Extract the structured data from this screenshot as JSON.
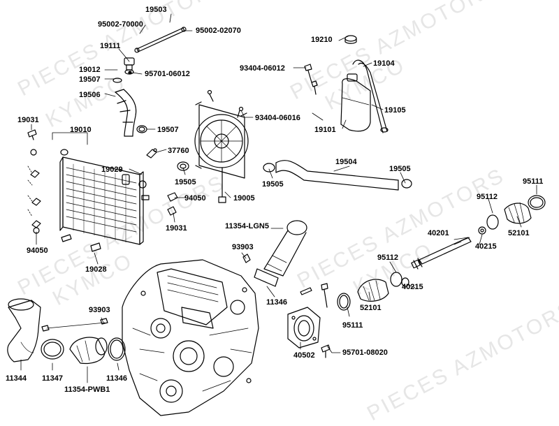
{
  "watermark": {
    "line1": "PIECES AZMOTORS",
    "line2": "KYMCO"
  },
  "labels": {
    "p95002_70000": "95002-70000",
    "p19503": "19503",
    "p95002_02070": "95002-02070",
    "p19111": "19111",
    "p19012": "19012",
    "p19507a": "19507",
    "p95701_06012": "95701-06012",
    "p19506": "19506",
    "p19031a": "19031",
    "p19010": "19010",
    "p19507b": "19507",
    "p37760": "37760",
    "p19029": "19029",
    "p19505a": "19505",
    "p94050a": "94050",
    "p19031b": "19031",
    "p94050b": "94050",
    "p19028": "19028",
    "p19210": "19210",
    "p93404_06012": "93404-06012",
    "p19104": "19104",
    "p19105": "19105",
    "p19101": "19101",
    "p93404_06016": "93404-06016",
    "p19504": "19504",
    "p19505b": "19505",
    "p19505c": "19505",
    "p19005": "19005",
    "p95111a": "95111",
    "p95112a": "95112",
    "p52101a": "52101",
    "p40201": "40201",
    "p40215a": "40215",
    "p11354_lgn5": "11354-LGN5",
    "p93903a": "93903",
    "p95112b": "95112",
    "p40215b": "40215",
    "p11346a": "11346",
    "p52101b": "52101",
    "p95111b": "95111",
    "p93903b": "93903",
    "p40502": "40502",
    "p95701_08020": "95701-08020",
    "p11344": "11344",
    "p11347": "11347",
    "p11346b": "11346",
    "p11354_pwb1": "11354-PWB1"
  }
}
